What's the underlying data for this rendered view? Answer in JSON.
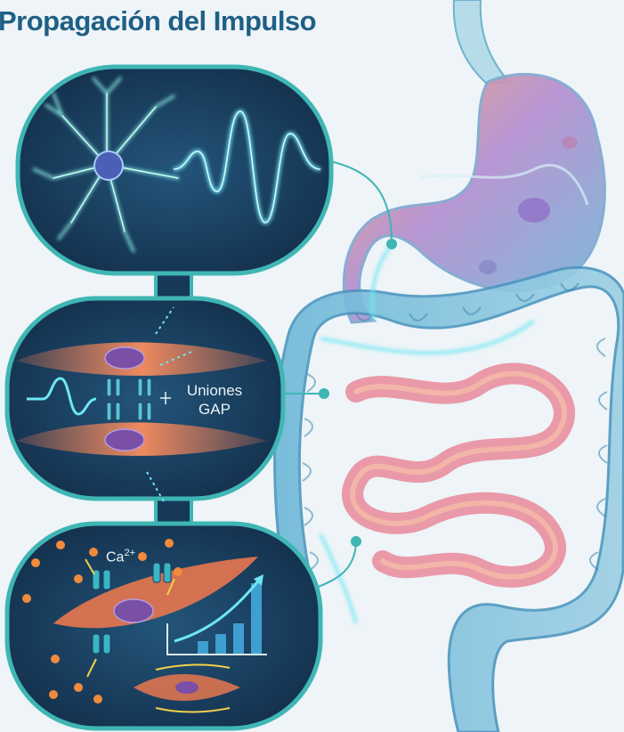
{
  "title": "Propagación del Impulso",
  "panels": {
    "neuron": {},
    "gap_junctions": {
      "label_line1": "Uniones",
      "label_line2": "GAP"
    },
    "calcium": {
      "ion_label": "Ca",
      "ion_charge": "2+"
    }
  },
  "colors": {
    "title": "#1f5f86",
    "panel_dark": "#16395a",
    "panel_border": "#3fb6b4",
    "signal": "#6ee7f5",
    "muscle": "#e8774f",
    "nucleus": "#7a4fa6",
    "gut_blue": "#5db7d6",
    "gut_pink": "#e7889a",
    "background": "#eef4f7"
  }
}
